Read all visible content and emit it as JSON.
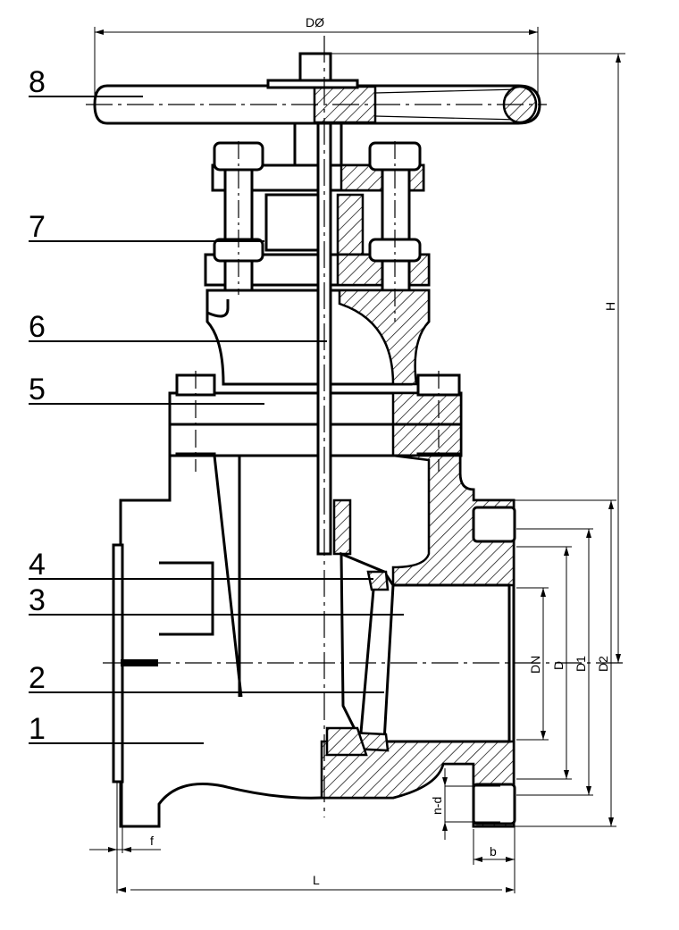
{
  "part_numbers": [
    "1",
    "2",
    "3",
    "4",
    "5",
    "6",
    "7",
    "8"
  ],
  "dimensions": {
    "handwheel_diameter": "DØ",
    "height": "H",
    "nominal_diameter": "DN",
    "bore_diameter": "D",
    "bolt_circle": "D1",
    "flange_outer": "D2",
    "flange_thickness": "b",
    "raised_face": "f",
    "length": "L",
    "bolt_holes": "n-d"
  }
}
